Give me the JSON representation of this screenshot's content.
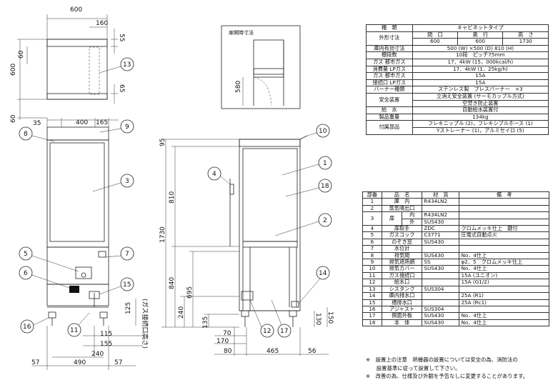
{
  "door_view": {
    "title": "扉開時寸法",
    "dim": "580"
  },
  "dims": {
    "top_width": "600",
    "top_160": "160",
    "top_55": "55",
    "top_60": "60",
    "top_600": "600",
    "top_65": "65",
    "top_60b": "60",
    "front_35": "35",
    "front_400": "400",
    "front_165": "165",
    "front_125": "125",
    "front_115": "115",
    "front_155": "155",
    "front_240": "240",
    "front_57a": "57",
    "front_490": "490",
    "front_57b": "57",
    "gas_note": "(ガス接続口高さ)",
    "side_95": "95",
    "side_810": "810",
    "side_1730": "1730",
    "side_840": "840",
    "side_695": "695",
    "side_240": "240",
    "side_135": "135",
    "side_70": "70",
    "side_170": "170",
    "side_80": "80",
    "side_465": "465",
    "side_56": "56",
    "side_130": "130",
    "side_150": "150"
  },
  "callouts": [
    "1",
    "2",
    "3",
    "4",
    "5",
    "6",
    "7",
    "8",
    "9",
    "10",
    "11",
    "12",
    "13",
    "14",
    "15",
    "16",
    "17",
    "18"
  ],
  "spec_table": {
    "r1": [
      "種　類",
      "キャビネットタイプ"
    ],
    "r2": [
      "外形寸法",
      "間　口",
      "奥　行",
      "高　さ"
    ],
    "r3": [
      "600",
      "600",
      "1730"
    ],
    "r4": [
      "庫内有効寸法",
      "500 (W) ×500 (D) 810 (H)"
    ],
    "r5": [
      "棚段数",
      "10段　ピッチ75mm"
    ],
    "r6": [
      "ガス",
      "都市ガス",
      "17．4kW (15，000kcal/h)"
    ],
    "r7": [
      "消費量",
      "LPガス",
      "17．4kW (1．25kg/h)"
    ],
    "r8": [
      "ガス",
      "都市ガス",
      "15A"
    ],
    "r9": [
      "接続口",
      "LPガス",
      "15A"
    ],
    "r10": [
      "バーナー種類",
      "ステンレス製　ブレスバーナー　×3"
    ],
    "r11": [
      "安全装置",
      "立消え安全装置 (サーモカップル方式)"
    ],
    "r12": [
      "空焚き防止装置"
    ],
    "r13": [
      "給　水",
      "自動給水装置付"
    ],
    "r14": [
      "製品重量",
      "134kg"
    ],
    "r15": [
      "付属部品",
      "フレキニップル (2)，フレキシブルホース (1)"
    ],
    "r16": [
      "Yストレーナー (1)，アルミセイロ (5)"
    ]
  },
  "parts_table": {
    "header": [
      "部番",
      "品　名",
      "材　質",
      "備　考"
    ],
    "rows": [
      [
        "1",
        "庫　内",
        "R434LN2",
        ""
      ],
      [
        "2",
        "蒸気噴出口",
        "",
        ""
      ],
      [
        "3",
        "扉",
        "内",
        "R434LN2",
        ""
      ],
      [
        "",
        "",
        "外",
        "SUS430",
        ""
      ],
      [
        "4",
        "扉取手",
        "ZDC",
        "クロムメッキ仕上　鍵付"
      ],
      [
        "5",
        "ガスコック",
        "C3771",
        "圧電式自動点火"
      ],
      [
        "6",
        "のぞき窓",
        "SUS430",
        ""
      ],
      [
        "7",
        "水位計",
        "",
        ""
      ],
      [
        "8",
        "排気閥",
        "SUS430",
        "No．4仕上"
      ],
      [
        "9",
        "排気遮熱網",
        "SS",
        "φ2．5　クロムメッキ仕上"
      ],
      [
        "10",
        "排気カバー",
        "SUS430",
        "No．4仕上"
      ],
      [
        "11",
        "ガス接続口",
        "",
        "15A (ユニオン)"
      ],
      [
        "12",
        "給水口",
        "",
        "15A (G1/2)"
      ],
      [
        "13",
        "シスタンク",
        "SUS304",
        ""
      ],
      [
        "14",
        "庫内排水口",
        "",
        "25A (R1)"
      ],
      [
        "15",
        "槽排水口",
        "",
        "25A (Rc1)"
      ],
      [
        "16",
        "アジャスト",
        "SUS304",
        ""
      ],
      [
        "17",
        "側面外板",
        "SUS430",
        "No．4仕上"
      ],
      [
        "18",
        "本　体",
        "SUS430",
        "No．4仕上"
      ]
    ]
  },
  "notes": [
    "※　設置上の注意　熱機器の設置については安全の為、消防法の",
    "　　設置基準に従って設置して下さい。",
    "※　改善の為、仕様及び外観を予告なしに変更することがあります。"
  ]
}
